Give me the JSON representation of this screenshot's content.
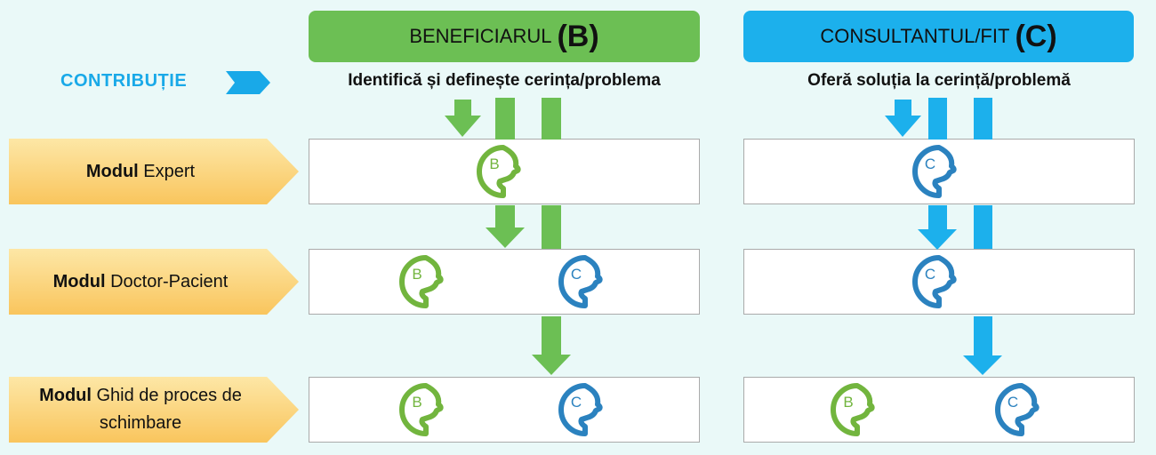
{
  "header_b": {
    "text": "BENEFICIARUL",
    "letter": "(B)"
  },
  "header_c": {
    "text": "CONSULTANTUL/FIT",
    "letter": "(C)"
  },
  "contribution_label": "CONTRIBUȚIE",
  "sub_b": "Identifică și definește cerința/problema",
  "sub_c": "Oferă soluția la cerință/problemă",
  "modules": [
    {
      "bold": "Modul",
      "rest": " Expert"
    },
    {
      "bold": "Modul",
      "rest": " Doctor-Pacient"
    },
    {
      "bold": "Modul",
      "rest": " Ghid de proces de schimbare"
    }
  ],
  "heads": {
    "b_letter": "B",
    "c_letter": "C"
  },
  "colors": {
    "green": "#6cbf54",
    "blue": "#1cb0ec",
    "head_green": "#72b53e",
    "head_blue": "#2b82bf",
    "label_orange": "#f9c55d"
  }
}
